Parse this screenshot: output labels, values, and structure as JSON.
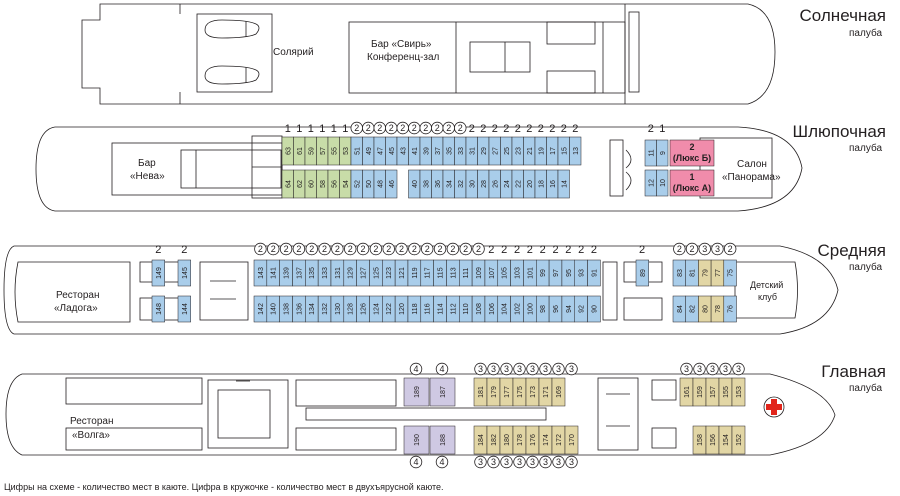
{
  "decks": {
    "sun": {
      "name": "Солнечная",
      "sub": "палуба",
      "solarium": "Солярий",
      "bar": "Бар «Свирь»",
      "conf": "Конференц-зал"
    },
    "boat": {
      "name": "Шлюпочная",
      "sub": "палуба",
      "bar1": "Бар",
      "bar2": "«Нева»",
      "salon1": "Салон",
      "salon2": "«Панорама»",
      "lux_b": {
        "num": "2",
        "name": "(Люкс Б)"
      },
      "lux_a": {
        "num": "1",
        "name": "(Люкс А)"
      },
      "top": [
        "63",
        "61",
        "59",
        "57",
        "55",
        "53",
        "51",
        "49",
        "47",
        "45",
        "43",
        "41",
        "39",
        "37",
        "35",
        "33",
        "31",
        "29",
        "27",
        "25",
        "23",
        "21",
        "19",
        "17",
        "15",
        "13"
      ],
      "bottom": [
        "64",
        "62",
        "60",
        "58",
        "56",
        "54",
        "52",
        "50",
        "48",
        "46",
        "",
        "40",
        "38",
        "36",
        "34",
        "32",
        "30",
        "28",
        "26",
        "24",
        "22",
        "20",
        "18",
        "16",
        "14"
      ],
      "occ": [
        "1",
        "1",
        "1",
        "1",
        "1",
        "1",
        "2",
        "2",
        "2",
        "2",
        "2",
        "2",
        "2",
        "2",
        "2",
        "2",
        "2",
        "2",
        "2",
        "2",
        "2",
        "2",
        "2",
        "2",
        "2",
        "2"
      ],
      "aft_top": [
        "11",
        "9"
      ],
      "aft_bottom": [
        "12",
        "10"
      ],
      "aft_occ": [
        "2",
        "1"
      ]
    },
    "middle": {
      "name": "Средняя",
      "sub": "палуба",
      "rest1": "Ресторан",
      "rest2": "«Ладога»",
      "club1": "Детский",
      "club2": "клуб",
      "fwd_top": [
        "149",
        "145"
      ],
      "fwd_bottom": [
        "148",
        "144"
      ],
      "fwd_occ": [
        "2",
        "2"
      ],
      "top": [
        "143",
        "141",
        "139",
        "137",
        "135",
        "133",
        "131",
        "129",
        "127",
        "125",
        "123",
        "121",
        "119",
        "117",
        "115",
        "113",
        "111",
        "109",
        "107",
        "105",
        "103",
        "101",
        "99",
        "97",
        "95",
        "93",
        "91"
      ],
      "bottom": [
        "142",
        "140",
        "138",
        "136",
        "134",
        "132",
        "130",
        "128",
        "126",
        "124",
        "122",
        "120",
        "118",
        "116",
        "114",
        "112",
        "110",
        "108",
        "106",
        "104",
        "102",
        "100",
        "98",
        "96",
        "94",
        "92",
        "90"
      ],
      "occ": [
        "2",
        "2",
        "2",
        "2",
        "2",
        "2",
        "2",
        "2",
        "2",
        "2",
        "2",
        "2",
        "2",
        "2",
        "2",
        "2",
        "2",
        "2",
        "2",
        "2",
        "2",
        "2",
        "2",
        "2",
        "2",
        "2",
        "2"
      ],
      "mid_top": [
        "89"
      ],
      "mid_occ": [
        "2"
      ],
      "aft_top": [
        "83",
        "81",
        "79",
        "77",
        "75"
      ],
      "aft_bottom": [
        "84",
        "82",
        "80",
        "78",
        "76"
      ],
      "aft_occ": [
        "2",
        "2",
        "3",
        "3",
        "2"
      ]
    },
    "main": {
      "name": "Главная",
      "sub": "палуба",
      "rest1": "Ресторан",
      "rest2": "«Волга»",
      "four_top": [
        "189",
        "187"
      ],
      "four_bottom": [
        "190",
        "188"
      ],
      "four_occ": [
        "4",
        "4"
      ],
      "three_top": [
        "181",
        "179",
        "177",
        "175",
        "173",
        "171",
        "169"
      ],
      "three_bottom": [
        "184",
        "182",
        "180",
        "178",
        "176",
        "174",
        "172",
        "170"
      ],
      "three_occ": [
        "3",
        "3",
        "3",
        "3",
        "3",
        "3",
        "3",
        "3"
      ],
      "aft_top": [
        "161",
        "159",
        "157",
        "155",
        "153"
      ],
      "aft_bottom": [
        "158",
        "156",
        "154",
        "152"
      ],
      "aft_occ": [
        "3",
        "3",
        "3",
        "3",
        "3"
      ]
    }
  },
  "footnote": "Цифры на схеме - количество мест в каюте. Цифра в кружочке - количество мест в двухъярусной каюте.",
  "colors": {
    "blue": "#a9cdea",
    "green": "#c8dca8",
    "khaki": "#e2d6a5",
    "lilac": "#cfc9e3",
    "pink": "#f08cab",
    "red": "#e1251b"
  }
}
